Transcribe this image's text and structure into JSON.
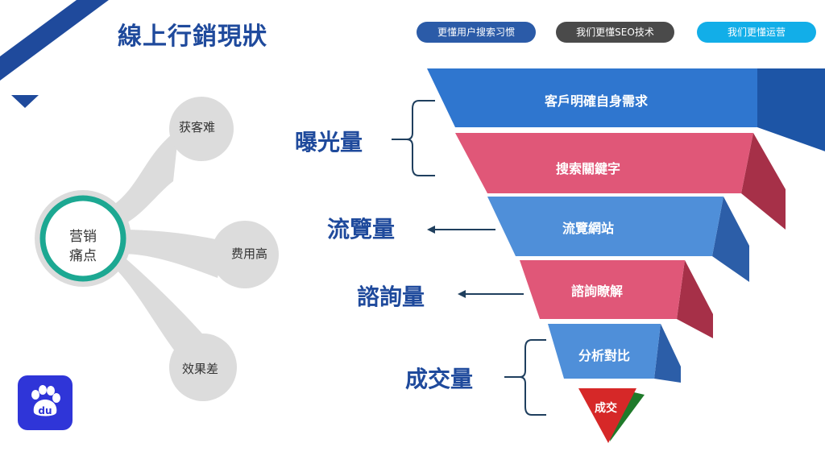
{
  "title": "線上行銷現狀",
  "header_buttons": [
    {
      "label": "更懂用户搜索习惯",
      "color": "#2b5ba8"
    },
    {
      "label": "我们更懂SEO技术",
      "color": "#4a4a4a"
    },
    {
      "label": "我们更懂运营",
      "color": "#12aee8"
    }
  ],
  "pain_points": {
    "center": [
      "营销",
      "痛点"
    ],
    "items": [
      "获客难",
      "费用高",
      "效果差"
    ]
  },
  "funnel": {
    "stages": [
      "客戶明確自身需求",
      "搜索關鍵字",
      "流覽網站",
      "諮詢瞭解",
      "分析對比",
      "成交"
    ],
    "colors": {
      "blue": "#2f6fc2",
      "pink": "#e0506e",
      "red": "#d62828",
      "green": "#1f7a2a"
    }
  },
  "metrics": [
    "曝光量",
    "流覽量",
    "諮詢量",
    "成交量"
  ],
  "logo": {
    "icon": "baidu-paw-icon",
    "text": "du",
    "color": "#2f35d8"
  }
}
